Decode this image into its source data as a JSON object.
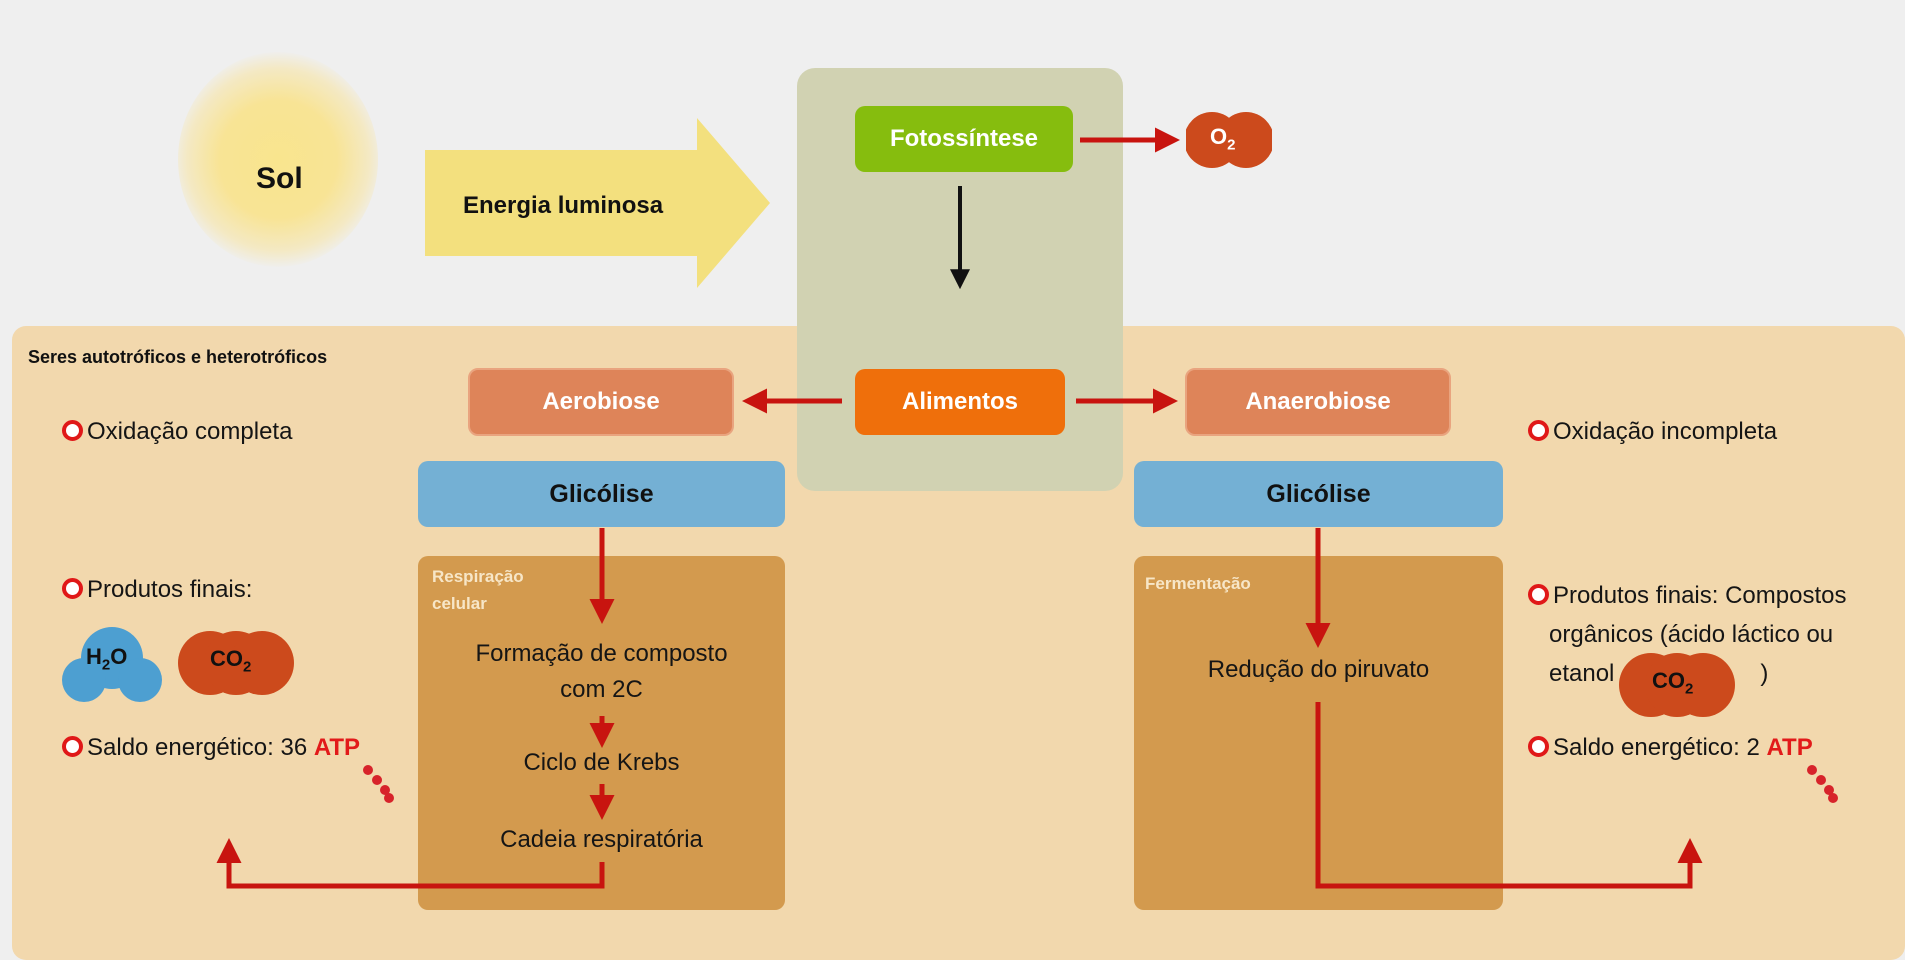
{
  "sun": {
    "label": "Sol"
  },
  "energy": {
    "label": "Energia luminosa"
  },
  "photosynthesis": {
    "label": "Fotossíntese"
  },
  "oxygen": {
    "symbol": "O",
    "subscript": "2"
  },
  "food": {
    "label": "Alimentos"
  },
  "panel": {
    "title": "Seres autotróficos e heterotróficos"
  },
  "aerobic": {
    "label": "Aerobiose",
    "glycolysis": "Glicólise",
    "respiration_title_1": "Respiração",
    "respiration_title_2": "celular",
    "step1_line1": "Formação de composto",
    "step1_line2": "com 2C",
    "step2": "Ciclo de Krebs",
    "step3": "Cadeia respiratória",
    "oxidation": "Oxidação completa",
    "products": "Produtos finais:",
    "water": {
      "symbol": "H",
      "subscript": "2",
      "suffix": "O"
    },
    "co2": {
      "symbol": "CO",
      "subscript": "2"
    },
    "balance_prefix": "Saldo energético:  36 ",
    "atp": "ATP"
  },
  "anaerobic": {
    "label": "Anaerobiose",
    "glycolysis": "Glicólise",
    "fermentation_title": "Fermentação",
    "step1": "Redução do piruvato",
    "oxidation": "Oxidação incompleta",
    "products_line1": "Produtos finais: Compostos",
    "products_line2": "orgânicos (ácido láctico ou",
    "products_line3_prefix": "etanol e",
    "products_line3_suffix": ")",
    "co2": {
      "symbol": "CO",
      "subscript": "2"
    },
    "balance_prefix": "Saldo energético: 2 ",
    "atp": "ATP"
  },
  "colors": {
    "arrow_red": "#c8140f",
    "photosynthesis_green": "#86bd0e",
    "food_orange": "#ef6f0b",
    "glycolysis_blue": "#74b0d4",
    "process_brown": "#d39a4e",
    "molecule_red": "#cc4a1c",
    "water_blue": "#4d9fd1"
  }
}
